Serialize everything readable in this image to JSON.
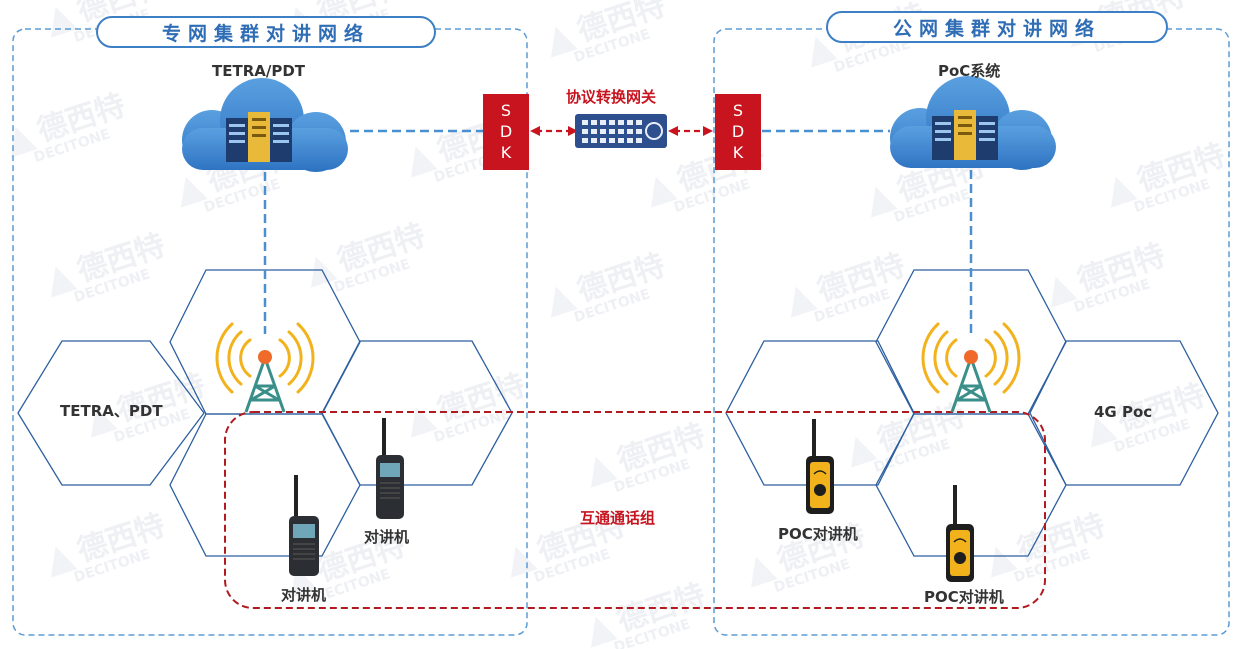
{
  "left_panel": {
    "title": "专网集群对讲网络",
    "system_label": "TETRA/PDT",
    "network_label": "TETRA、PDT",
    "radio_label_1": "对讲机",
    "radio_label_2": "对讲机"
  },
  "right_panel": {
    "title": "公网集群对讲网络",
    "system_label": "PoC系统",
    "network_label": "4G Poc",
    "radio_label_1": "POC对讲机",
    "radio_label_2": "POC对讲机"
  },
  "gateway": {
    "label": "协议转换网关",
    "sdk_text": [
      "S",
      "D",
      "K"
    ]
  },
  "group": {
    "label": "互通通话组"
  },
  "watermark": {
    "brand_cn": "德西特",
    "brand_en": "DECITONE"
  },
  "colors": {
    "blue": "#3d7fc4",
    "red": "#c8141e",
    "cloud": "#3f86d0",
    "tower": "#3a8f8a",
    "signal": "#f2b21c"
  }
}
